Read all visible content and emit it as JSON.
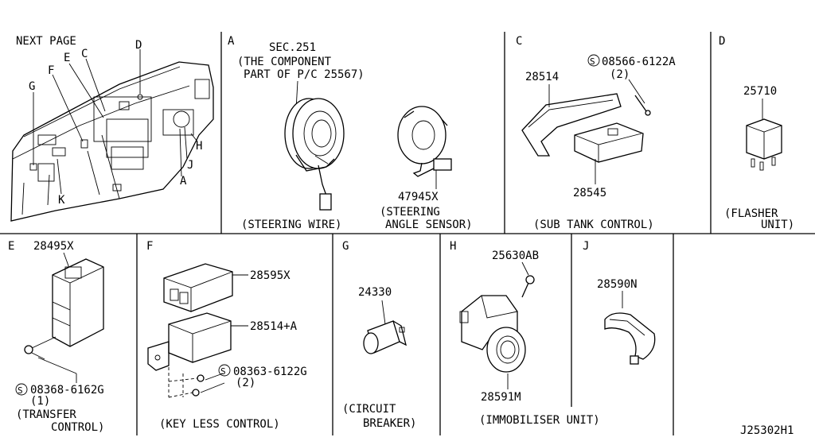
{
  "diagram_code": "J25302H1",
  "panels": {
    "main": {
      "next_page": "NEXT PAGE",
      "letters": [
        "D",
        "C",
        "E",
        "F",
        "G",
        "H",
        "J",
        "A",
        "K"
      ]
    },
    "A": {
      "letter": "A",
      "sec": "SEC.251",
      "note1": "(THE COMPONENT",
      "note2": "PART OF P/C 25567)",
      "part": "47945X",
      "caption1": "(STEERING WIRE)",
      "caption2": "(STEERING",
      "caption3": "ANGLE SENSOR)"
    },
    "C": {
      "letter": "C",
      "part1": "28514",
      "screw": "08566-6122A",
      "screw_qty": "(2)",
      "part2": "28545",
      "caption": "(SUB TANK CONTROL)"
    },
    "D": {
      "letter": "D",
      "part": "25710",
      "caption1": "(FLASHER",
      "caption2": "UNIT)"
    },
    "E": {
      "letter": "E",
      "part": "28495X",
      "screw": "08368-6162G",
      "screw_qty": "(1)",
      "caption1": "(TRANSFER",
      "caption2": "CONTROL)"
    },
    "F": {
      "letter": "F",
      "part1": "28595X",
      "part2": "28514+A",
      "screw": "08363-6122G",
      "screw_qty": "(2)",
      "caption": "(KEY LESS CONTROL)"
    },
    "G": {
      "letter": "G",
      "part": "24330",
      "caption1": "(CIRCUIT",
      "caption2": "BREAKER)"
    },
    "H": {
      "letter": "H",
      "part1": "25630AB",
      "part2": "28591M"
    },
    "J": {
      "letter": "J",
      "part": "28590N"
    },
    "HJ": {
      "caption": "(IMMOBILISER UNIT)"
    },
    "screw_symbol": "S"
  }
}
